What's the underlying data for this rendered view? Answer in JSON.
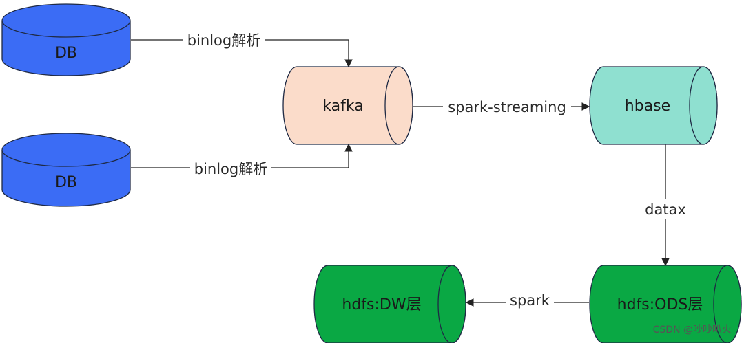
{
  "nodes": {
    "db1": {
      "label": "DB",
      "fill": "#3b6cf5"
    },
    "db2": {
      "label": "DB",
      "fill": "#3b6cf5"
    },
    "kafka": {
      "label": "kafka",
      "fill": "#fbdcca"
    },
    "hbase": {
      "label": "hbase",
      "fill": "#8fe0d0"
    },
    "hdfs_ods": {
      "label": "hdfs:ODS层",
      "fill": "#0aa844"
    },
    "hdfs_dw": {
      "label": "hdfs:DW层",
      "fill": "#0aa844"
    }
  },
  "edges": {
    "db1_kafka": {
      "label": "binlog解析"
    },
    "db2_kafka": {
      "label": "binlog解析"
    },
    "kafka_hbase": {
      "label": "spark-streaming"
    },
    "hbase_ods": {
      "label": "datax"
    },
    "ods_dw": {
      "label": "spark"
    }
  },
  "colors": {
    "stroke": "#1f2a44",
    "line": "#222222"
  },
  "watermark": "CSDN @吵吵叭火"
}
